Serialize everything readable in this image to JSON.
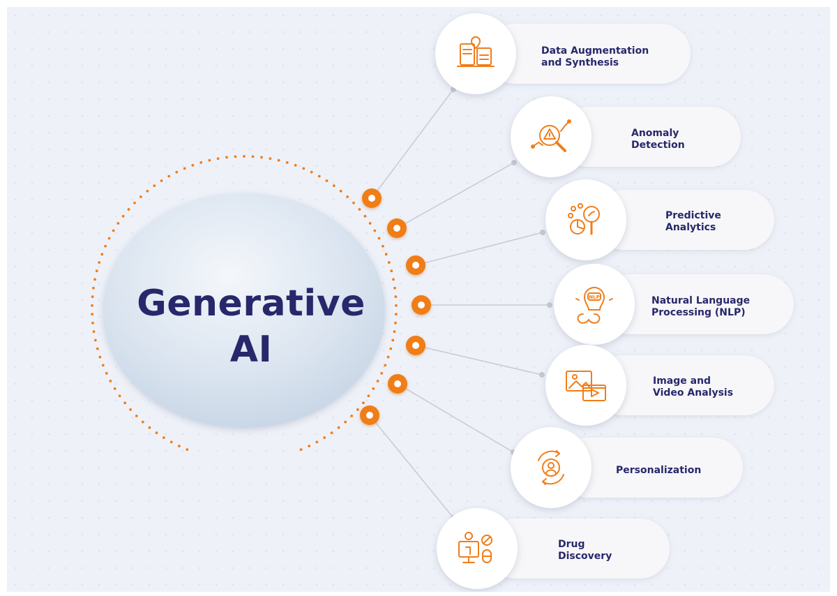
{
  "diagram": {
    "center_title": [
      "Generative",
      "AI"
    ],
    "colors": {
      "accent": "#f07d19",
      "text": "#27286b",
      "line": "#c8ccd6",
      "pill": "#f7f7f9"
    },
    "items": [
      {
        "label": [
          "Data Augmentation",
          "and Synthesis"
        ],
        "icon": "data-augmentation-icon"
      },
      {
        "label": [
          "Anomaly",
          "Detection"
        ],
        "icon": "anomaly-detection-icon"
      },
      {
        "label": [
          "Predictive",
          "Analytics"
        ],
        "icon": "predictive-analytics-icon"
      },
      {
        "label": [
          "Natural Language",
          "Processing (NLP)"
        ],
        "icon": "nlp-brain-icon"
      },
      {
        "label": [
          "Image and",
          "Video Analysis"
        ],
        "icon": "image-video-icon"
      },
      {
        "label": [
          "Personalization"
        ],
        "icon": "personalization-icon"
      },
      {
        "label": [
          "Drug",
          "Discovery"
        ],
        "icon": "drug-discovery-icon"
      }
    ]
  }
}
